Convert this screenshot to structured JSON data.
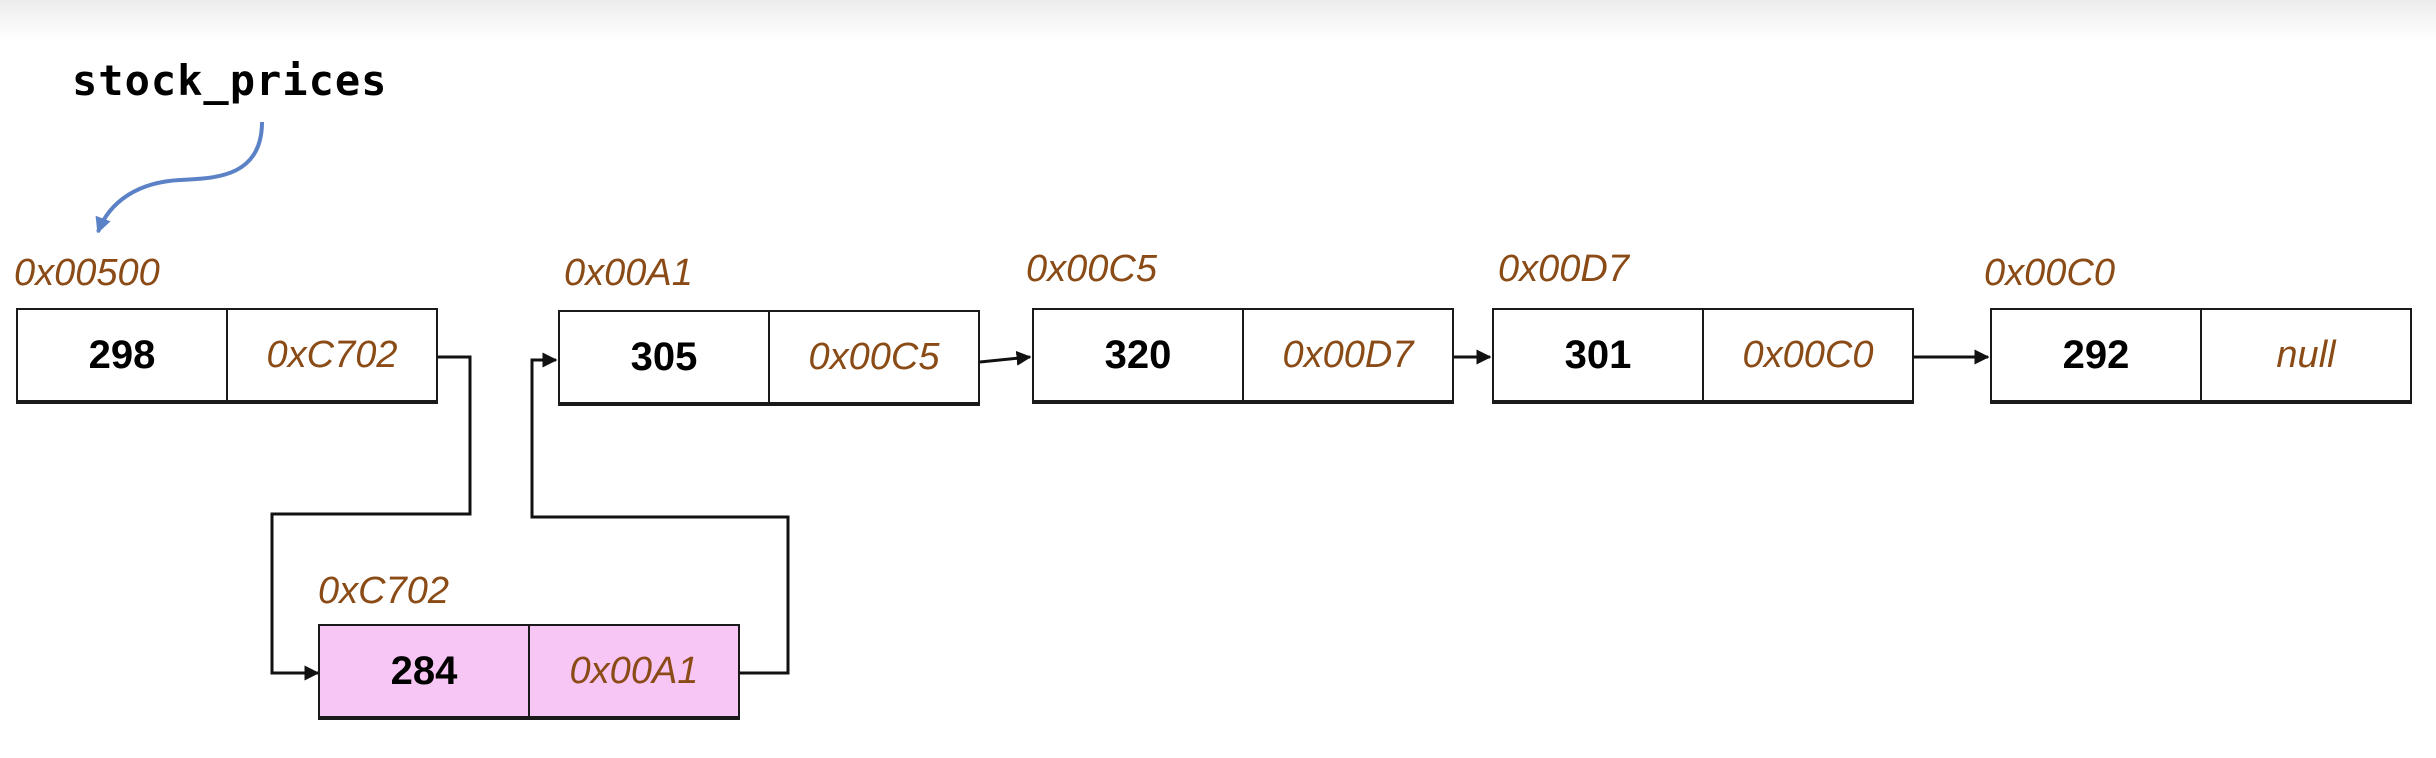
{
  "variable": {
    "name": "stock_prices"
  },
  "nodes": [
    {
      "address": "0x00500",
      "value": "298",
      "next": "0xC702"
    },
    {
      "address": "0x00A1",
      "value": "305",
      "next": "0x00C5"
    },
    {
      "address": "0x00C5",
      "value": "320",
      "next": "0x00D7"
    },
    {
      "address": "0x00D7",
      "value": "301",
      "next": "0x00C0"
    },
    {
      "address": "0x00C0",
      "value": "292",
      "next": "null"
    },
    {
      "address": "0xC702",
      "value": "284",
      "next": "0x00A1",
      "highlight": true
    }
  ],
  "colors": {
    "address_text": "#8a4b16",
    "pointer_arrow": "#5b82c6",
    "inserted_fill": "#f7c6f5",
    "link_line": "#111111"
  }
}
